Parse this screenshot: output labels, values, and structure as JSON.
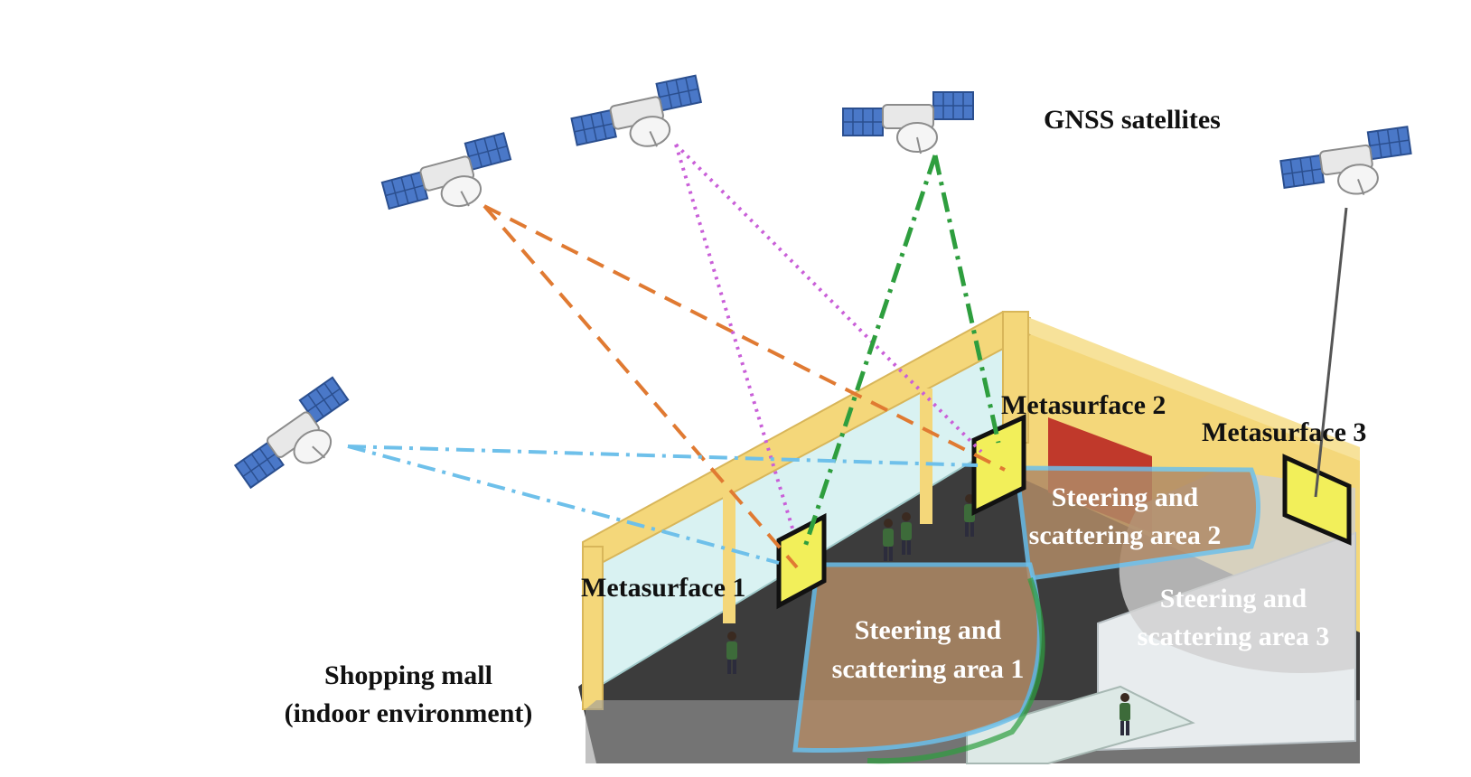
{
  "labels": {
    "gnss_satellites": "GNSS satellites",
    "metasurface_1": "Metasurface 1",
    "metasurface_2": "Metasurface 2",
    "metasurface_3": "Metasurface 3",
    "area_1_line1": "Steering and",
    "area_1_line2": "scattering area 1",
    "area_2_line1": "Steering and",
    "area_2_line2": "scattering area 2",
    "area_3_line1": "Steering and",
    "area_3_line2": "scattering area 3",
    "mall_line1": "Shopping mall",
    "mall_line2": "(indoor environment)"
  },
  "colors": {
    "orange_path": "#e07a32",
    "magenta_path": "#c95fd8",
    "green_path": "#2e9e3e",
    "cyan_path": "#6ec0ea",
    "gray_path": "#555555",
    "metasurface_fill": "#f2ef5a",
    "wall_yellow": "#f4d77a",
    "floor_dark": "#3c3c3c",
    "glass": "#d9f2f2",
    "area_beam": "#b08a66"
  },
  "icons": [
    "satellite-icon",
    "person-icon"
  ]
}
